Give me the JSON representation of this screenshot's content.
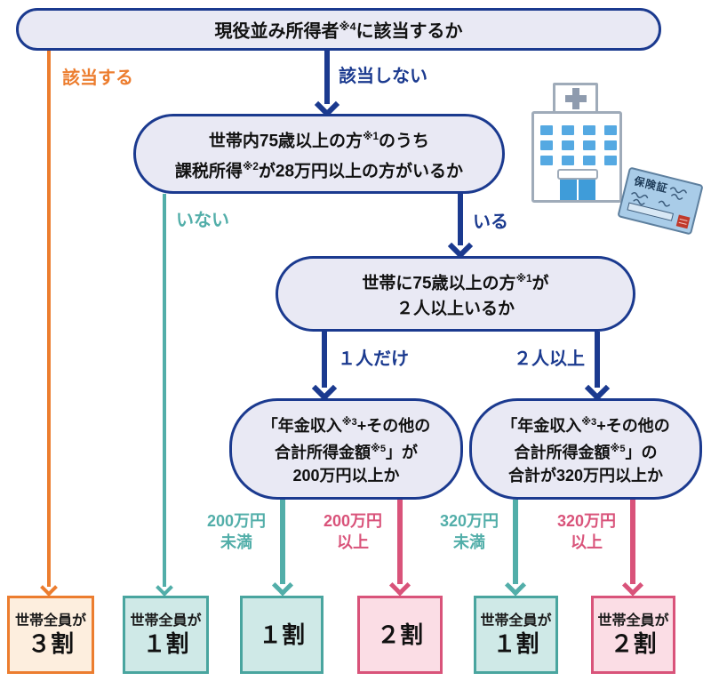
{
  "colors": {
    "navy": "#1b3a8f",
    "orange": "#ec7d2f",
    "teal": "#52aea9",
    "teal-border": "#49a59f",
    "pink": "#d9537a",
    "ink": "#111111",
    "node-fill": "#e9e9f4",
    "teal-fill": "#cfe9e7",
    "pink-fill": "#fbdde5",
    "orange-fill": "#fdeede",
    "hospital-gray": "#9fabb9",
    "hospital-cross": "#8e9bae",
    "window-blue": "#55a9e2",
    "door-blue": "#3f9cd9",
    "card-blue": "#a9cce8",
    "card-ink": "#3d5d7d",
    "stamp-red": "#c0392b"
  },
  "nodes": {
    "q1": {
      "s1": "現役並み所得者",
      "sup1": "※4",
      "s2": "に該当するか"
    },
    "q2": {
      "l1s1": "世帯内75歳以上の方",
      "l1sup": "※1",
      "l1s2": "のうち",
      "l2s1": "課税所得",
      "l2sup": "※2",
      "l2s2": "が28万円以上の方がいるか"
    },
    "q3": {
      "l1s1": "世帯に75歳以上の方",
      "l1sup": "※1",
      "l1s2": "が",
      "l2": "２人以上いるか"
    },
    "q4": {
      "l1s1": "「年金収入",
      "l1sup": "※3",
      "l1s2": "+その他の",
      "l2s1": "合計所得金額",
      "l2sup": "※5",
      "l2s2": "」が",
      "l3": "200万円以上か"
    },
    "q5": {
      "l1s1": "「年金収入",
      "l1sup": "※3",
      "l1s2": "+その他の",
      "l2s1": "合計所得金額",
      "l2sup": "※5",
      "l2s2": "」の",
      "l3": "合計が320万円以上か"
    }
  },
  "edges": {
    "applies": "該当する",
    "not_applies": "該当しない",
    "not_present": "いない",
    "present": "いる",
    "one_only": "１人だけ",
    "two_or_more": "２人以上",
    "under200": {
      "l1": "200万円",
      "l2": "未満"
    },
    "over200": {
      "l1": "200万円",
      "l2": "以上"
    },
    "under320": {
      "l1": "320万円",
      "l2": "未満"
    },
    "over320": {
      "l1": "320万円",
      "l2": "以上"
    }
  },
  "results": [
    {
      "top": "世帯全員が",
      "main": "３割"
    },
    {
      "top": "世帯全員が",
      "main": "１割"
    },
    {
      "main": "１割"
    },
    {
      "main": "２割"
    },
    {
      "top": "世帯全員が",
      "main": "１割"
    },
    {
      "top": "世帯全員が",
      "main": "２割"
    }
  ],
  "illustration": {
    "hospital_icon": "hospital-building",
    "card_icon": "insurance-card",
    "card_label": "保険証"
  }
}
